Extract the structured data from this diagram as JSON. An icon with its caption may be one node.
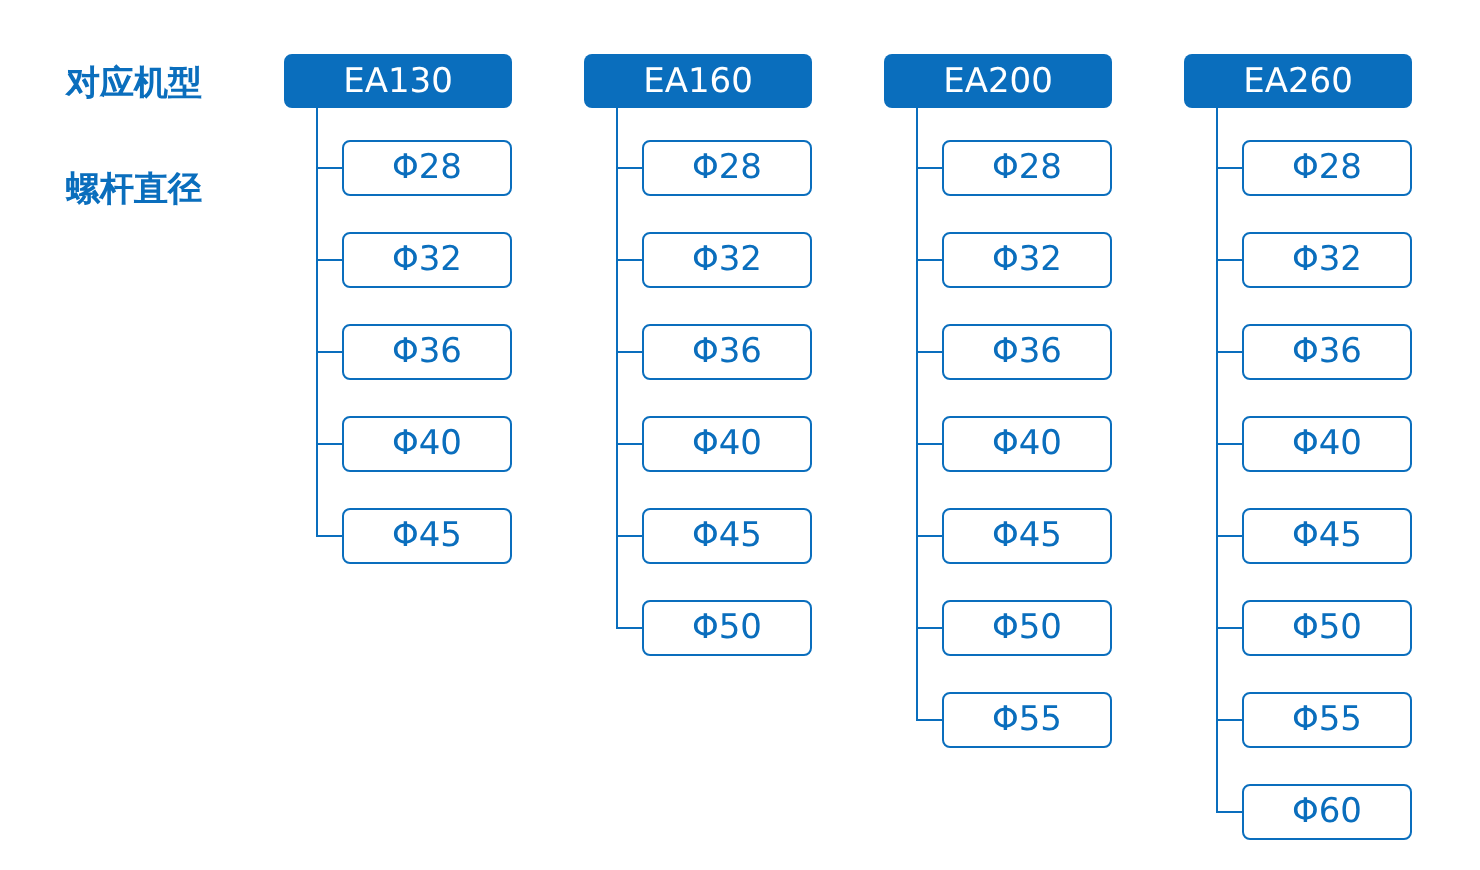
{
  "diagram": {
    "nodes": [
      {
        "text": [
          "EA130"
        ]
      },
      {
        "text": [
          "Φ28"
        ]
      },
      {
        "text": [
          "Φ32"
        ]
      },
      {
        "text": [
          "Φ36"
        ]
      },
      {
        "text": [
          "Φ40"
        ]
      },
      {
        "text": [
          "Φ45"
        ]
      },
      {
        "text": [
          "EA160"
        ]
      },
      {
        "text": [
          "Φ28"
        ]
      },
      {
        "text": [
          "Φ32"
        ]
      },
      {
        "text": [
          "Φ36"
        ]
      },
      {
        "text": [
          "Φ40"
        ]
      },
      {
        "text": [
          "Φ45"
        ]
      },
      {
        "text": [
          "Φ50"
        ]
      },
      {
        "text": [
          "EA200"
        ]
      },
      {
        "text": [
          "Φ28"
        ]
      },
      {
        "text": [
          "Φ32"
        ]
      },
      {
        "text": [
          "Φ36"
        ]
      },
      {
        "text": [
          "Φ40"
        ]
      },
      {
        "text": [
          "Φ45"
        ]
      },
      {
        "text": [
          "Φ50"
        ]
      },
      {
        "text": [
          "Φ55"
        ]
      },
      {
        "text": [
          "EA260"
        ]
      },
      {
        "text": [
          "Φ28"
        ]
      },
      {
        "text": [
          "Φ32"
        ]
      },
      {
        "text": [
          "Φ36"
        ]
      },
      {
        "text": [
          "Φ40"
        ]
      },
      {
        "text": [
          "Φ45"
        ]
      },
      {
        "text": [
          "Φ50"
        ]
      },
      {
        "text": [
          "Φ55"
        ]
      },
      {
        "text": [
          "Φ60"
        ]
      }
    ],
    "edges": [
      {
        "from": 0,
        "to": 1,
        "arrow": "none"
      },
      {
        "from": 0,
        "to": 2,
        "arrow": "none"
      },
      {
        "from": 0,
        "to": 3,
        "arrow": "none"
      },
      {
        "from": 0,
        "to": 4,
        "arrow": "none"
      },
      {
        "from": 0,
        "to": 5,
        "arrow": "none"
      },
      {
        "from": 6,
        "to": 7,
        "arrow": "none"
      },
      {
        "from": 6,
        "to": 8,
        "arrow": "none"
      },
      {
        "from": 6,
        "to": 9,
        "arrow": "none"
      },
      {
        "from": 6,
        "to": 10,
        "arrow": "none"
      },
      {
        "from": 6,
        "to": 11,
        "arrow": "none"
      },
      {
        "from": 6,
        "to": 12,
        "arrow": "none"
      },
      {
        "from": 13,
        "to": 14,
        "arrow": "none"
      },
      {
        "from": 13,
        "to": 15,
        "arrow": "none"
      },
      {
        "from": 13,
        "to": 16,
        "arrow": "none"
      },
      {
        "from": 13,
        "to": 17,
        "arrow": "none"
      },
      {
        "from": 13,
        "to": 18,
        "arrow": "none"
      },
      {
        "from": 13,
        "to": 19,
        "arrow": "none"
      },
      {
        "from": 13,
        "to": 20,
        "arrow": "none"
      },
      {
        "from": 21,
        "to": 22,
        "arrow": "none"
      },
      {
        "from": 21,
        "to": 23,
        "arrow": "none"
      },
      {
        "from": 21,
        "to": 24,
        "arrow": "none"
      },
      {
        "from": 21,
        "to": 25,
        "arrow": "none"
      },
      {
        "from": 21,
        "to": 26,
        "arrow": "none"
      },
      {
        "from": 21,
        "to": 27,
        "arrow": "none"
      },
      {
        "from": 21,
        "to": 28,
        "arrow": "none"
      },
      {
        "from": 21,
        "to": 29,
        "arrow": "none"
      }
    ],
    "labels": [
      "对应机型",
      "螺杆直径"
    ]
  }
}
